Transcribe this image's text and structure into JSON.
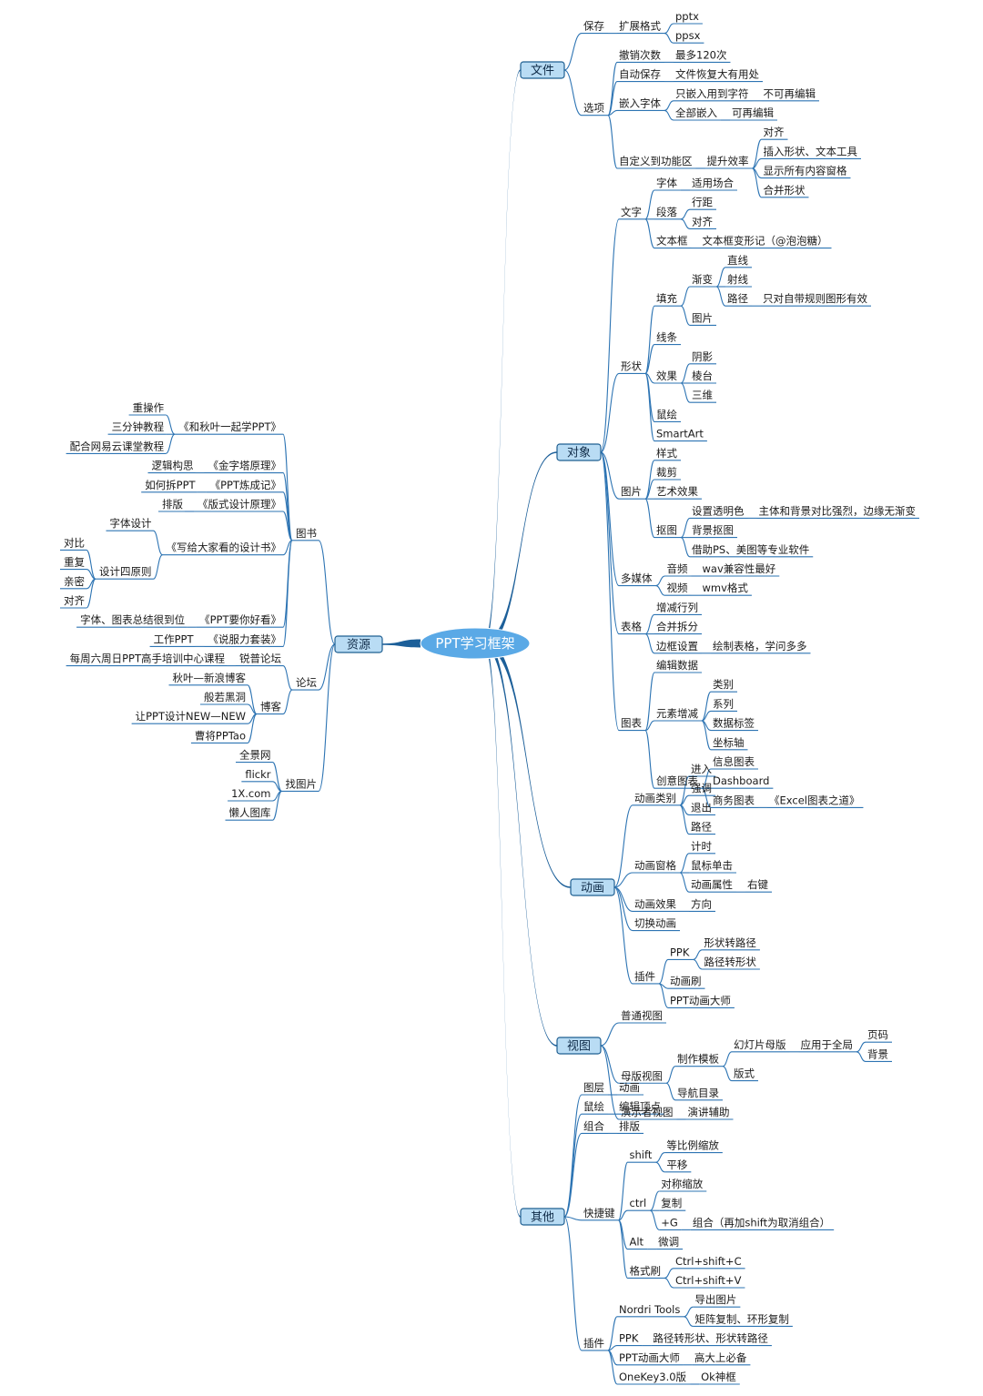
{
  "root": {
    "label": "PPT学习框架"
  },
  "branches": [
    {
      "id": "b-file",
      "label": "文件",
      "side": "right",
      "children": [
        {
          "label": "保存",
          "children": [
            {
              "label": "扩展格式",
              "children": [
                {
                  "label": "pptx"
                },
                {
                  "label": "ppsx"
                }
              ]
            }
          ]
        },
        {
          "label": "选项",
          "children": [
            {
              "label": "撤销次数",
              "children": [
                {
                  "label": "最多120次"
                }
              ]
            },
            {
              "label": "自动保存",
              "children": [
                {
                  "label": "文件恢复大有用处"
                }
              ]
            },
            {
              "label": "嵌入字体",
              "children": [
                {
                  "label": "只嵌入用到字符",
                  "children": [
                    {
                      "label": "不可再编辑"
                    }
                  ]
                },
                {
                  "label": "全部嵌入",
                  "children": [
                    {
                      "label": "可再编辑"
                    }
                  ]
                }
              ]
            },
            {
              "label": "自定义到功能区",
              "children": [
                {
                  "label": "提升效率",
                  "children": [
                    {
                      "label": "对齐"
                    },
                    {
                      "label": "插入形状、文本工具"
                    },
                    {
                      "label": "显示所有内容窗格"
                    },
                    {
                      "label": "合并形状"
                    }
                  ]
                }
              ]
            }
          ]
        }
      ]
    },
    {
      "id": "b-object",
      "label": "对象",
      "side": "right",
      "children": [
        {
          "label": "文字",
          "children": [
            {
              "label": "字体",
              "children": [
                {
                  "label": "适用场合"
                }
              ]
            },
            {
              "label": "段落",
              "children": [
                {
                  "label": "行距"
                },
                {
                  "label": "对齐"
                }
              ]
            },
            {
              "label": "文本框",
              "children": [
                {
                  "label": "文本框变形记（@泡泡糖）"
                }
              ]
            }
          ]
        },
        {
          "label": "形状",
          "children": [
            {
              "label": "填充",
              "children": [
                {
                  "label": "渐变",
                  "children": [
                    {
                      "label": "直线"
                    },
                    {
                      "label": "射线"
                    },
                    {
                      "label": "路径",
                      "children": [
                        {
                          "label": "只对自带规则图形有效"
                        }
                      ]
                    }
                  ]
                },
                {
                  "label": "图片"
                }
              ]
            },
            {
              "label": "线条"
            },
            {
              "label": "效果",
              "children": [
                {
                  "label": "阴影"
                },
                {
                  "label": "棱台"
                },
                {
                  "label": "三维"
                }
              ]
            },
            {
              "label": "鼠绘"
            },
            {
              "label": "SmartArt"
            }
          ]
        },
        {
          "label": "图片",
          "children": [
            {
              "label": "样式"
            },
            {
              "label": "裁剪"
            },
            {
              "label": "艺术效果"
            },
            {
              "label": "抠图",
              "children": [
                {
                  "label": "设置透明色",
                  "children": [
                    {
                      "label": "主体和背景对比强烈，边缘无渐变"
                    }
                  ]
                },
                {
                  "label": "背景抠图"
                },
                {
                  "label": "借助PS、美图等专业软件"
                }
              ]
            }
          ]
        },
        {
          "label": "多媒体",
          "children": [
            {
              "label": "音频",
              "children": [
                {
                  "label": "wav兼容性最好"
                }
              ]
            },
            {
              "label": "视频",
              "children": [
                {
                  "label": "wmv格式"
                }
              ]
            }
          ]
        },
        {
          "label": "表格",
          "children": [
            {
              "label": "增减行列"
            },
            {
              "label": "合并拆分"
            },
            {
              "label": "边框设置",
              "children": [
                {
                  "label": "绘制表格，学问多多"
                }
              ]
            }
          ]
        },
        {
          "label": "图表",
          "children": [
            {
              "label": "编辑数据"
            },
            {
              "label": "元素增减",
              "children": [
                {
                  "label": "类别"
                },
                {
                  "label": "系列"
                },
                {
                  "label": "数据标签"
                },
                {
                  "label": "坐标轴"
                }
              ]
            },
            {
              "label": "创意图表",
              "children": [
                {
                  "label": "信息图表"
                },
                {
                  "label": "Dashboard"
                },
                {
                  "label": "商务图表",
                  "children": [
                    {
                      "label": "《Excel图表之道》"
                    }
                  ]
                }
              ]
            }
          ]
        }
      ]
    },
    {
      "id": "b-anim",
      "label": "动画",
      "side": "right",
      "children": [
        {
          "label": "动画类别",
          "children": [
            {
              "label": "进入"
            },
            {
              "label": "强调"
            },
            {
              "label": "退出"
            },
            {
              "label": "路径"
            }
          ]
        },
        {
          "label": "动画窗格",
          "children": [
            {
              "label": "计时"
            },
            {
              "label": "鼠标单击"
            },
            {
              "label": "动画属性",
              "children": [
                {
                  "label": "右键"
                }
              ]
            }
          ]
        },
        {
          "label": "动画效果",
          "children": [
            {
              "label": "方向"
            }
          ]
        },
        {
          "label": "切换动画"
        },
        {
          "label": "插件",
          "children": [
            {
              "label": "PPK",
              "children": [
                {
                  "label": "形状转路径"
                },
                {
                  "label": "路径转形状"
                }
              ]
            },
            {
              "label": "动画刷"
            },
            {
              "label": "PPT动画大师"
            }
          ]
        }
      ]
    },
    {
      "id": "b-view",
      "label": "视图",
      "side": "right",
      "children": [
        {
          "label": "普通视图"
        },
        {
          "label": "母版视图",
          "children": [
            {
              "label": "制作模板",
              "children": [
                {
                  "label": "幻灯片母版",
                  "children": [
                    {
                      "label": "应用于全局",
                      "children": [
                        {
                          "label": "页码"
                        },
                        {
                          "label": "背景"
                        }
                      ]
                    }
                  ]
                },
                {
                  "label": "版式"
                }
              ]
            },
            {
              "label": "导航目录"
            }
          ]
        },
        {
          "label": "演示者视图",
          "children": [
            {
              "label": "演讲辅助"
            }
          ]
        }
      ]
    },
    {
      "id": "b-other",
      "label": "其他",
      "side": "right",
      "children": [
        {
          "label": "图层",
          "children": [
            {
              "label": "动画"
            }
          ]
        },
        {
          "label": "鼠绘",
          "children": [
            {
              "label": "编辑顶点"
            }
          ]
        },
        {
          "label": "组合",
          "children": [
            {
              "label": "排版"
            }
          ]
        },
        {
          "label": "快捷键",
          "children": [
            {
              "label": "shift",
              "children": [
                {
                  "label": "等比例缩放"
                },
                {
                  "label": "平移"
                }
              ]
            },
            {
              "label": "ctrl",
              "children": [
                {
                  "label": "对称缩放"
                },
                {
                  "label": "复制"
                },
                {
                  "label": "+G",
                  "children": [
                    {
                      "label": "组合（再加shift为取消组合）"
                    }
                  ]
                }
              ]
            },
            {
              "label": "Alt",
              "children": [
                {
                  "label": "微调"
                }
              ]
            },
            {
              "label": "格式刷",
              "children": [
                {
                  "label": "Ctrl+shift+C"
                },
                {
                  "label": "Ctrl+shift+V"
                }
              ]
            }
          ]
        },
        {
          "label": "插件",
          "children": [
            {
              "label": "Nordri Tools",
              "children": [
                {
                  "label": "导出图片"
                },
                {
                  "label": "矩阵复制、环形复制"
                }
              ]
            },
            {
              "label": "PPK",
              "children": [
                {
                  "label": "路径转形状、形状转路径"
                }
              ]
            },
            {
              "label": "PPT动画大师",
              "children": [
                {
                  "label": "高大上必备"
                }
              ]
            },
            {
              "label": "OneKey3.0版",
              "children": [
                {
                  "label": "Ok神框"
                }
              ]
            }
          ]
        }
      ]
    },
    {
      "id": "b-res",
      "label": "资源",
      "side": "left",
      "children": [
        {
          "label": "图书",
          "children": [
            {
              "label": "《和秋叶一起学PPT》",
              "children": [
                {
                  "label": "重操作"
                },
                {
                  "label": "三分钟教程"
                },
                {
                  "label": "配合网易云课堂教程"
                }
              ]
            },
            {
              "label": "《金字塔原理》",
              "children": [
                {
                  "label": "逻辑构思"
                }
              ]
            },
            {
              "label": "《PPT炼成记》",
              "children": [
                {
                  "label": "如何拆PPT"
                }
              ]
            },
            {
              "label": "《版式设计原理》",
              "children": [
                {
                  "label": "排版"
                }
              ]
            },
            {
              "label": "《写给大家看的设计书》",
              "children": [
                {
                  "label": "字体设计"
                },
                {
                  "label": "设计四原则",
                  "children": [
                    {
                      "label": "对比"
                    },
                    {
                      "label": "重复"
                    },
                    {
                      "label": "亲密"
                    },
                    {
                      "label": "对齐"
                    }
                  ]
                }
              ]
            },
            {
              "label": "《PPT要你好看》",
              "children": [
                {
                  "label": "字体、图表总结很到位"
                }
              ]
            },
            {
              "label": "《说服力套装》",
              "children": [
                {
                  "label": "工作PPT"
                }
              ]
            }
          ]
        },
        {
          "label": "论坛",
          "children": [
            {
              "label": "锐普论坛",
              "children": [
                {
                  "label": "每周六周日PPT高手培训中心课程"
                }
              ]
            },
            {
              "label": "博客",
              "children": [
                {
                  "label": "秋叶—新浪博客"
                },
                {
                  "label": "般若黑洞"
                },
                {
                  "label": "让PPT设计NEW—NEW"
                },
                {
                  "label": "曹将PPTao"
                }
              ]
            }
          ]
        },
        {
          "label": "找图片",
          "children": [
            {
              "label": "全景网"
            },
            {
              "label": "flickr"
            },
            {
              "label": "1X.com"
            },
            {
              "label": "懒人图库"
            }
          ]
        }
      ]
    }
  ]
}
